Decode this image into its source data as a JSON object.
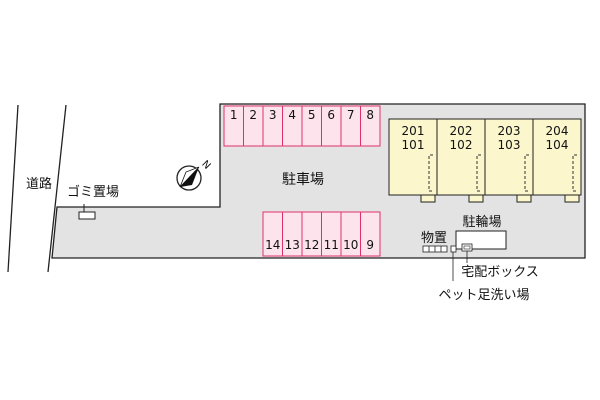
{
  "labels": {
    "road": "道路",
    "garbage": "ゴミ置場",
    "parking": "駐車場",
    "bicycle_parking": "駐輪場",
    "storage": "物置",
    "delivery_box": "宅配ボックス",
    "pet_wash": "ペット足洗い場",
    "north": "N"
  },
  "parking_top": [
    "1",
    "2",
    "3",
    "4",
    "5",
    "6",
    "7",
    "8"
  ],
  "parking_bottom": [
    "14",
    "13",
    "12",
    "11",
    "10",
    "9"
  ],
  "units": [
    {
      "upper": "201",
      "lower": "101"
    },
    {
      "upper": "202",
      "lower": "102"
    },
    {
      "upper": "203",
      "lower": "103"
    },
    {
      "upper": "204",
      "lower": "104"
    }
  ],
  "colors": {
    "lot": "#e3e3e3",
    "parking_fill": "#fde3ec",
    "parking_stroke": "#e0306a",
    "building": "#fbf6cc",
    "outline": "#222222"
  }
}
